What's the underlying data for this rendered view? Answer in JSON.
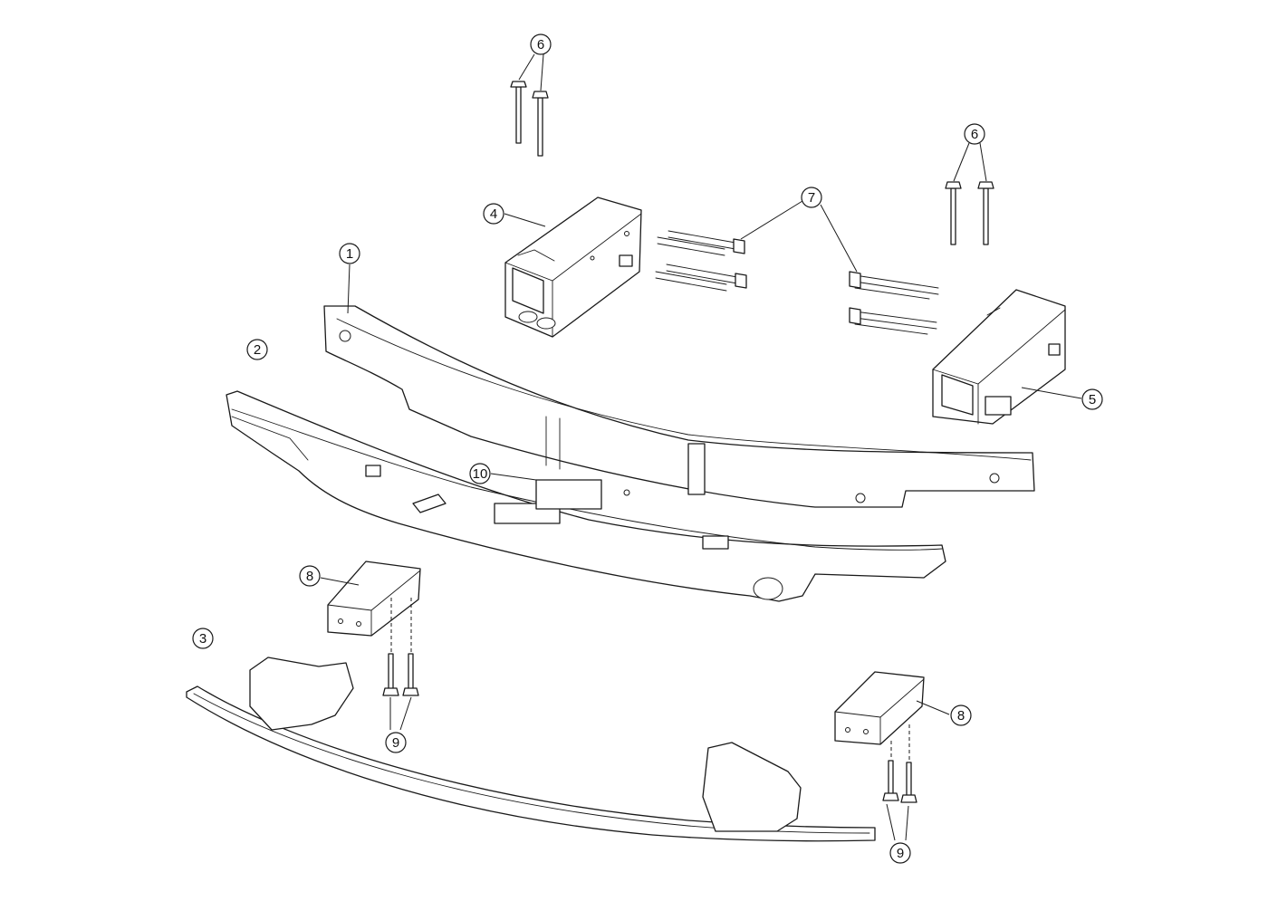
{
  "callouts": {
    "c1": "1",
    "c2": "2",
    "c3": "3",
    "c4": "4",
    "c5": "5",
    "c6a": "6",
    "c6b": "6",
    "c7": "7",
    "c8a": "8",
    "c8b": "8",
    "c9a": "9",
    "c9b": "9",
    "c10": "10"
  }
}
